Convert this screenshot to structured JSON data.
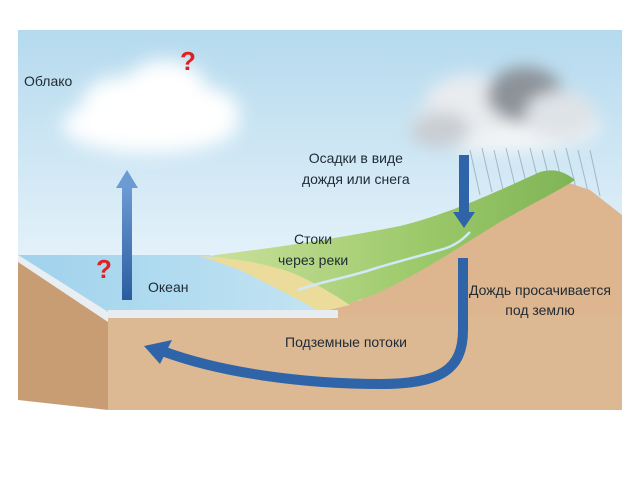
{
  "labels": {
    "cloud": "Облако",
    "ocean": "Океан",
    "precipitation": "Осадки в виде\nдождя или снега",
    "runoff": "Стоки\nчерез реки",
    "infiltration": "Дождь просачивается\nпод землю",
    "groundwater": "Подземные потоки"
  },
  "question_mark": "?",
  "colors": {
    "sky_top": "#b7dcef",
    "sky_bottom": "#e6f3fa",
    "arrow": "#2f64a8",
    "question": "#e02020",
    "soil": "#dcb893",
    "soil_side": "#c99d74",
    "grass": "#9cc96a",
    "ocean": "#a9d8ef"
  }
}
